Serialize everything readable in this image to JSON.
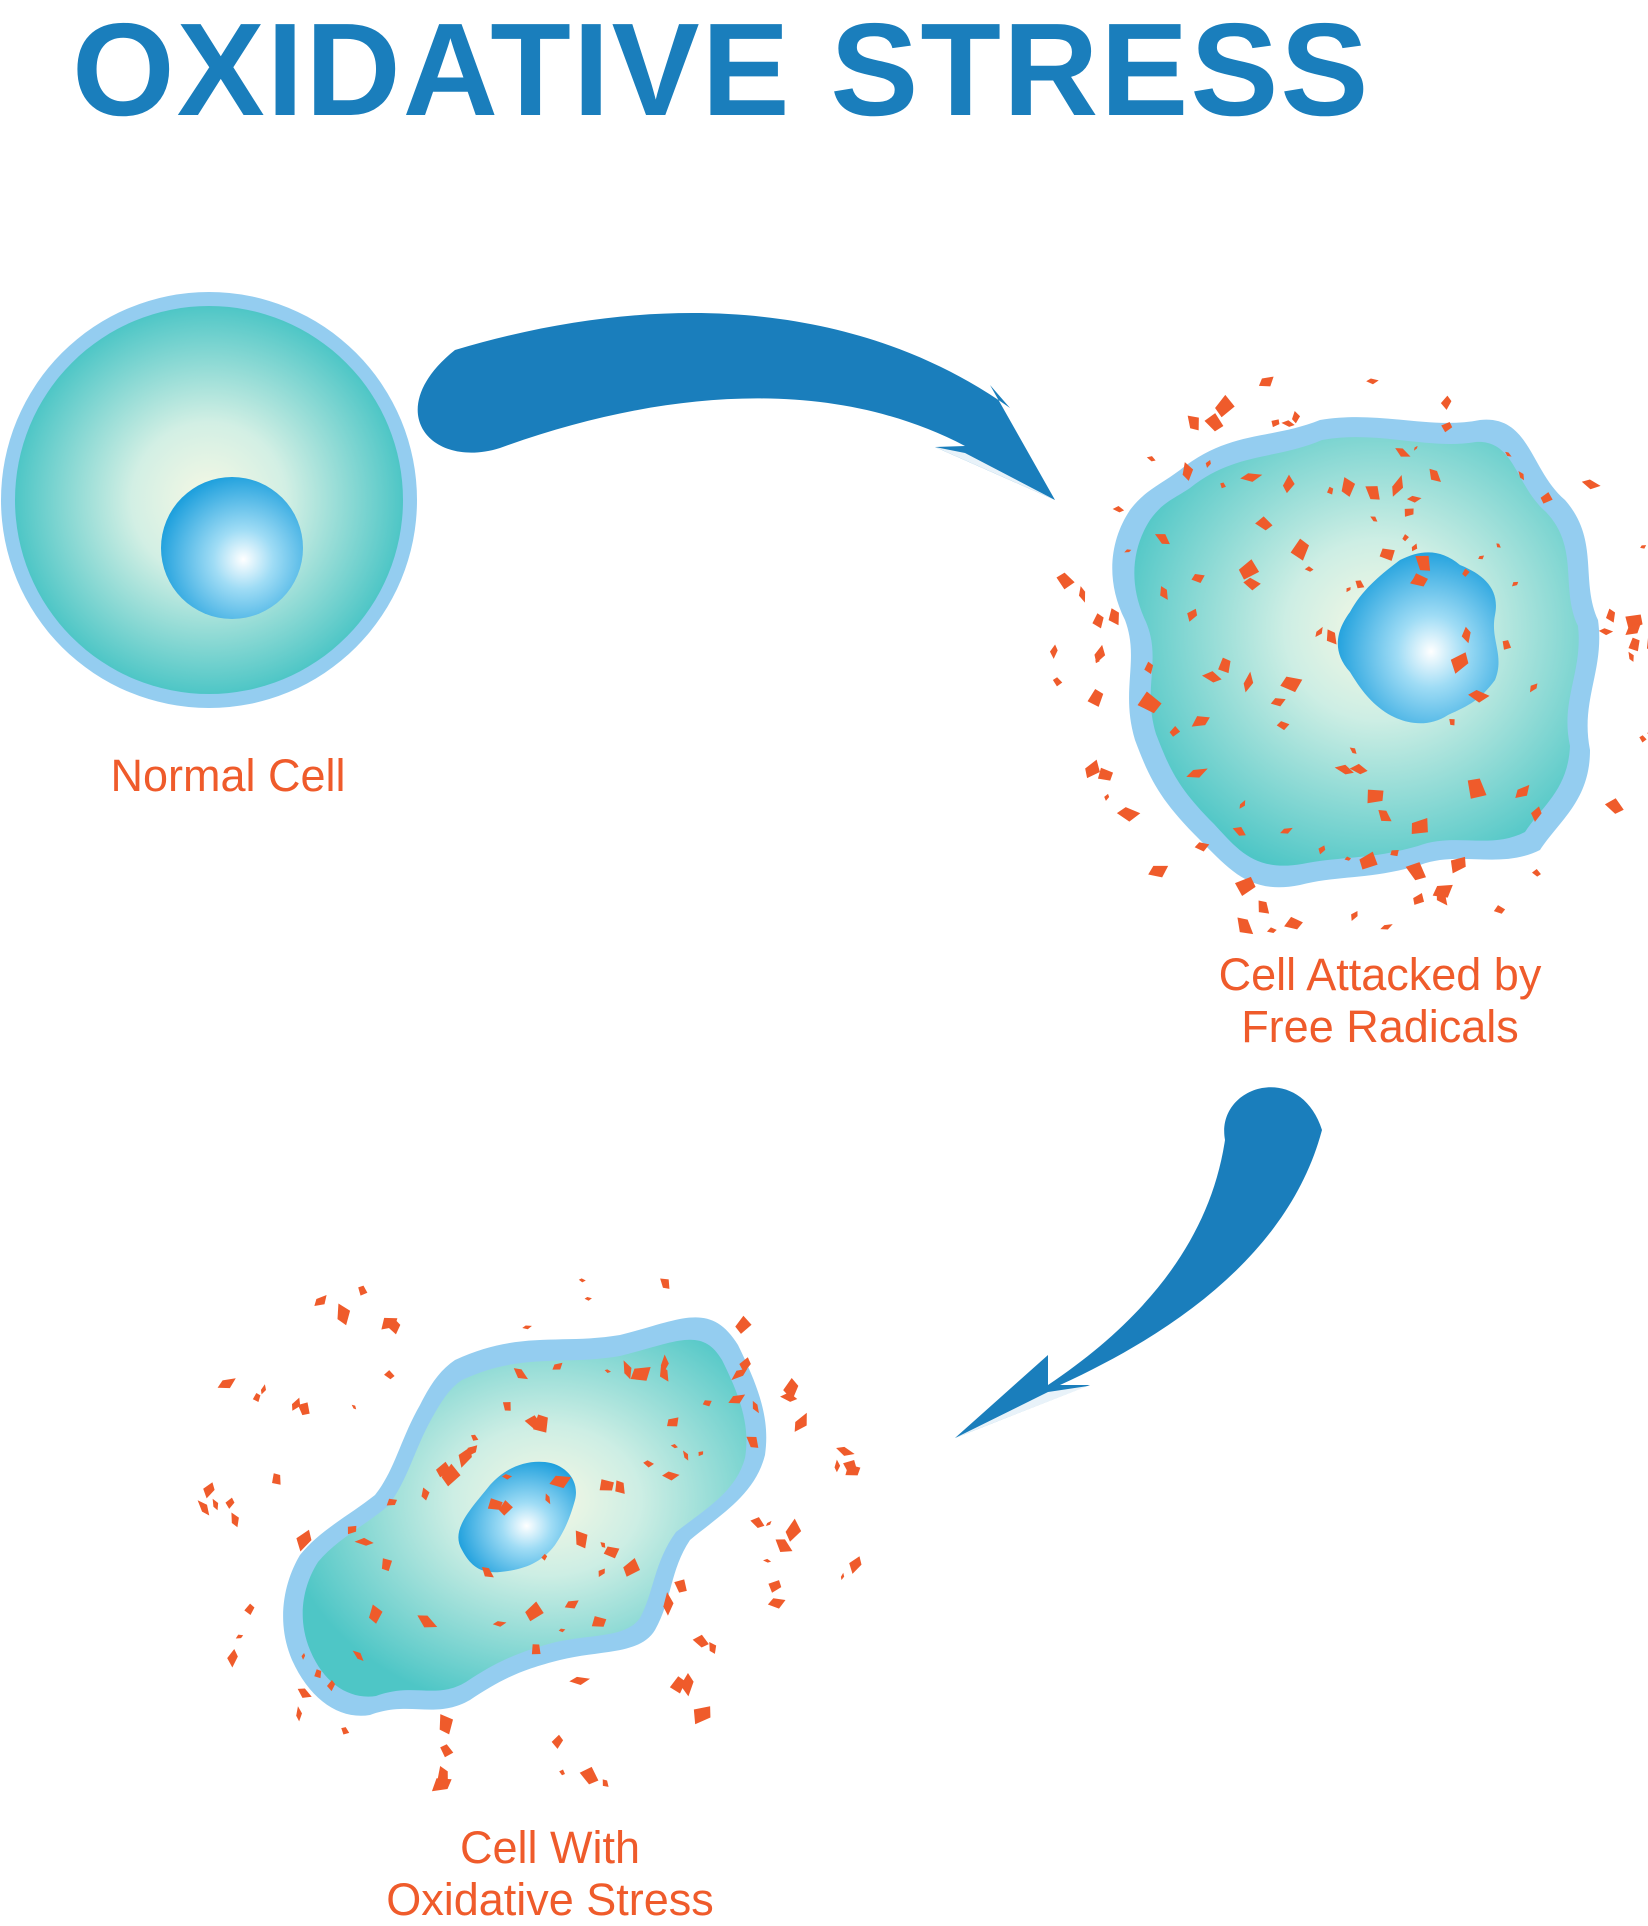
{
  "title": "OXIDATIVE STRESS",
  "colors": {
    "title": "#1a7ebc",
    "arrow": "#1a7ebc",
    "label": "#ef5b2b",
    "membrane": "#94cdf0",
    "cytoplasm_edge": "#4ec6c6",
    "cytoplasm_center": "#f6f8e4",
    "nucleus_edge": "#1fa0dd",
    "nucleus_center": "#ffffff",
    "radical": "#ef5b2b"
  },
  "stages": [
    {
      "id": "normal",
      "label_lines": [
        "Normal Cell"
      ]
    },
    {
      "id": "attacked",
      "label_lines": [
        "Cell Attacked by",
        "Free Radicals"
      ]
    },
    {
      "id": "stressed",
      "label_lines": [
        "Cell With",
        "Oxidative Stress"
      ]
    }
  ]
}
